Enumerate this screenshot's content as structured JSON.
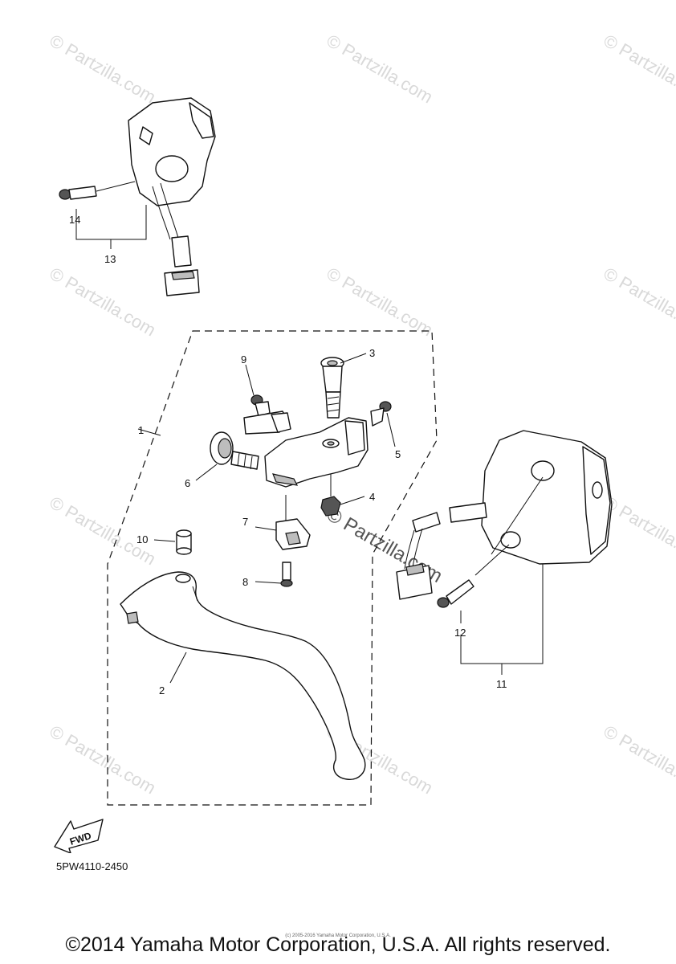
{
  "watermark": "© Partzilla.com",
  "callouts": {
    "p1": "1",
    "p2": "2",
    "p3": "3",
    "p4": "4",
    "p5": "5",
    "p6": "6",
    "p7": "7",
    "p8": "8",
    "p9": "9",
    "p10": "10",
    "p11": "11",
    "p12": "12",
    "p13": "13",
    "p14": "14"
  },
  "fwd_label": "FWD",
  "diagram_code": "5PW4110-2450",
  "copyright": "©2014 Yamaha Motor Corporation, U.S.A. All rights reserved.",
  "fine_print": "(c) 2005-2016 Yamaha Motor Corporation, U.S.A."
}
